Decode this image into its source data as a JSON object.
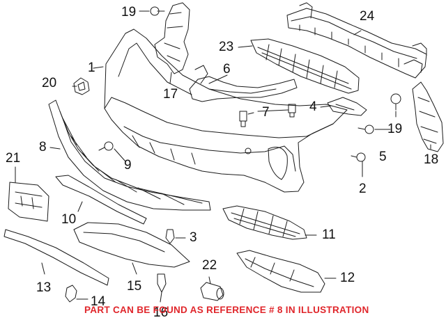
{
  "diagram": {
    "callouts": [
      "1",
      "2",
      "3",
      "4",
      "5",
      "6",
      "7",
      "8",
      "9",
      "10",
      "11",
      "12",
      "13",
      "14",
      "15",
      "16",
      "17",
      "18",
      "19",
      "19",
      "20",
      "21",
      "22",
      "23",
      "24"
    ],
    "note": "PART CAN BE FOUND AS REFERENCE # 8 IN ILLUSTRATION",
    "note_color": "#e0262b",
    "line_color": "#1a1a1a"
  }
}
